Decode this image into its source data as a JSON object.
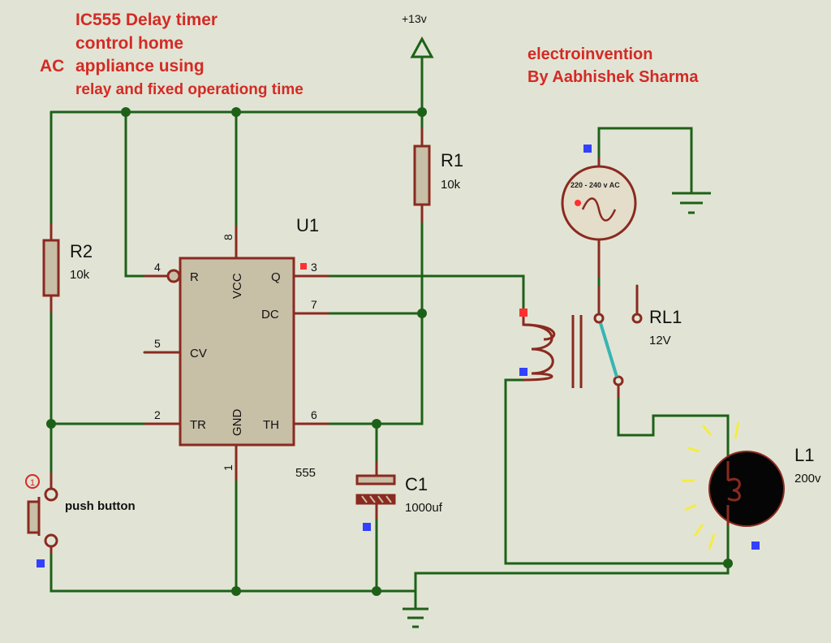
{
  "title": {
    "line1": "IC555 Delay timer",
    "line2": "control home",
    "line3_prefix": "AC",
    "line3": "appliance using",
    "line4": "relay and fixed operationg time"
  },
  "credits": {
    "line1": "electroinvention",
    "line2": "By Aabhishek Sharma"
  },
  "supply": "+13v",
  "r1": {
    "name": "R1",
    "value": "10k"
  },
  "r2": {
    "name": "R2",
    "value": "10k"
  },
  "u1": {
    "name": "U1",
    "type": "555",
    "pins": {
      "r": "R",
      "vcc": "VCC",
      "q": "Q",
      "dc": "DC",
      "cv": "CV",
      "tr": "TR",
      "gnd": "GND",
      "th": "TH"
    },
    "pin_numbers": {
      "p4": "4",
      "p8": "8",
      "p3": "3",
      "p7": "7",
      "p5": "5",
      "p2": "2",
      "p6": "6",
      "p1": "1"
    }
  },
  "c1": {
    "name": "C1",
    "value": "1000uf"
  },
  "relay": {
    "name": "RL1",
    "value": "12V"
  },
  "lamp": {
    "name": "L1",
    "value": "200v"
  },
  "ac_source": "220 - 240 v AC",
  "push_button": {
    "label": "push button",
    "pin": "1"
  },
  "colors": {
    "wire": "#1d6118",
    "component": "#8a2a20",
    "body": "#c8bfa7",
    "text_red": "#d42a25",
    "marker_blue": "#3340ff",
    "marker_red": "#ff3030",
    "switch": "#38b4b4",
    "lamp_rays": "#f4ec42"
  }
}
